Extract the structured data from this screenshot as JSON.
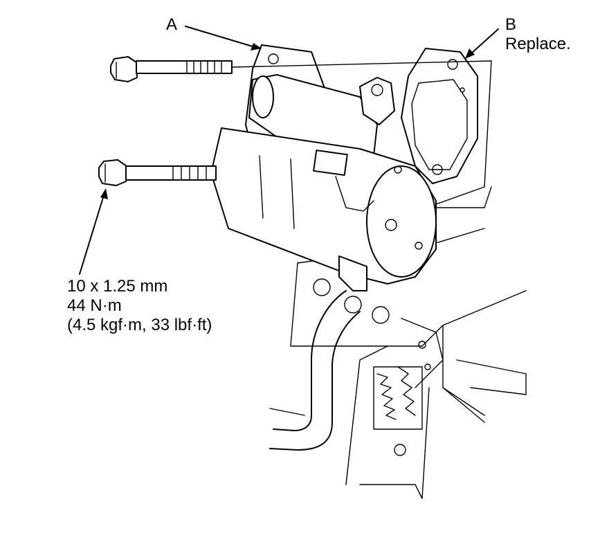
{
  "callouts": {
    "a": {
      "letter": "A"
    },
    "b": {
      "letter": "B",
      "note": "Replace."
    }
  },
  "bolt_spec": {
    "size": "10 x 1.25 mm",
    "torque": "44 N·m",
    "torque_alt": "(4.5 kgf·m, 33 lbf·ft)"
  },
  "colors": {
    "line": "#000000",
    "background": "#ffffff"
  }
}
